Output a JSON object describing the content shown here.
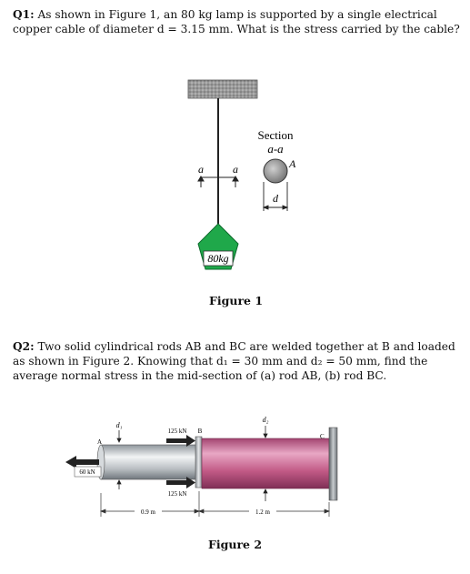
{
  "q1": {
    "label": "Q1:",
    "text": " As shown in Figure 1, an 80 kg lamp is supported by a single electrical copper cable of diameter d = 3.15 mm. What is the stress carried by the cable?"
  },
  "figure1": {
    "caption": "Figure 1",
    "section_title": "Section",
    "section_name": "a-a",
    "point_label": "A",
    "diameter_label": "d",
    "cut_label_left": "a",
    "cut_label_right": "a",
    "lamp_label": "80kg"
  },
  "q2": {
    "label": "Q2:",
    "text": " Two solid cylindrical rods AB and BC are welded together at B and loaded as shown in Figure 2. Knowing that d₁ = 30 mm and d₂ = 50 mm, find the average normal stress in the mid-section of (a) rod AB, (b) rod BC."
  },
  "figure2": {
    "caption": "Figure 2",
    "d1_label": "d₁",
    "d2_label": "d₂",
    "point_a": "A",
    "point_b": "B",
    "point_c": "C",
    "load_left": "60 kN",
    "load_top": "125 kN",
    "load_bottom": "125 kN",
    "dim_ab": "0.9 m",
    "dim_bc": "1.2 m"
  },
  "colors": {
    "lamp": "#1fa84a",
    "rod_bc": "#c25a86",
    "rod_ab": "#b9bec2"
  }
}
